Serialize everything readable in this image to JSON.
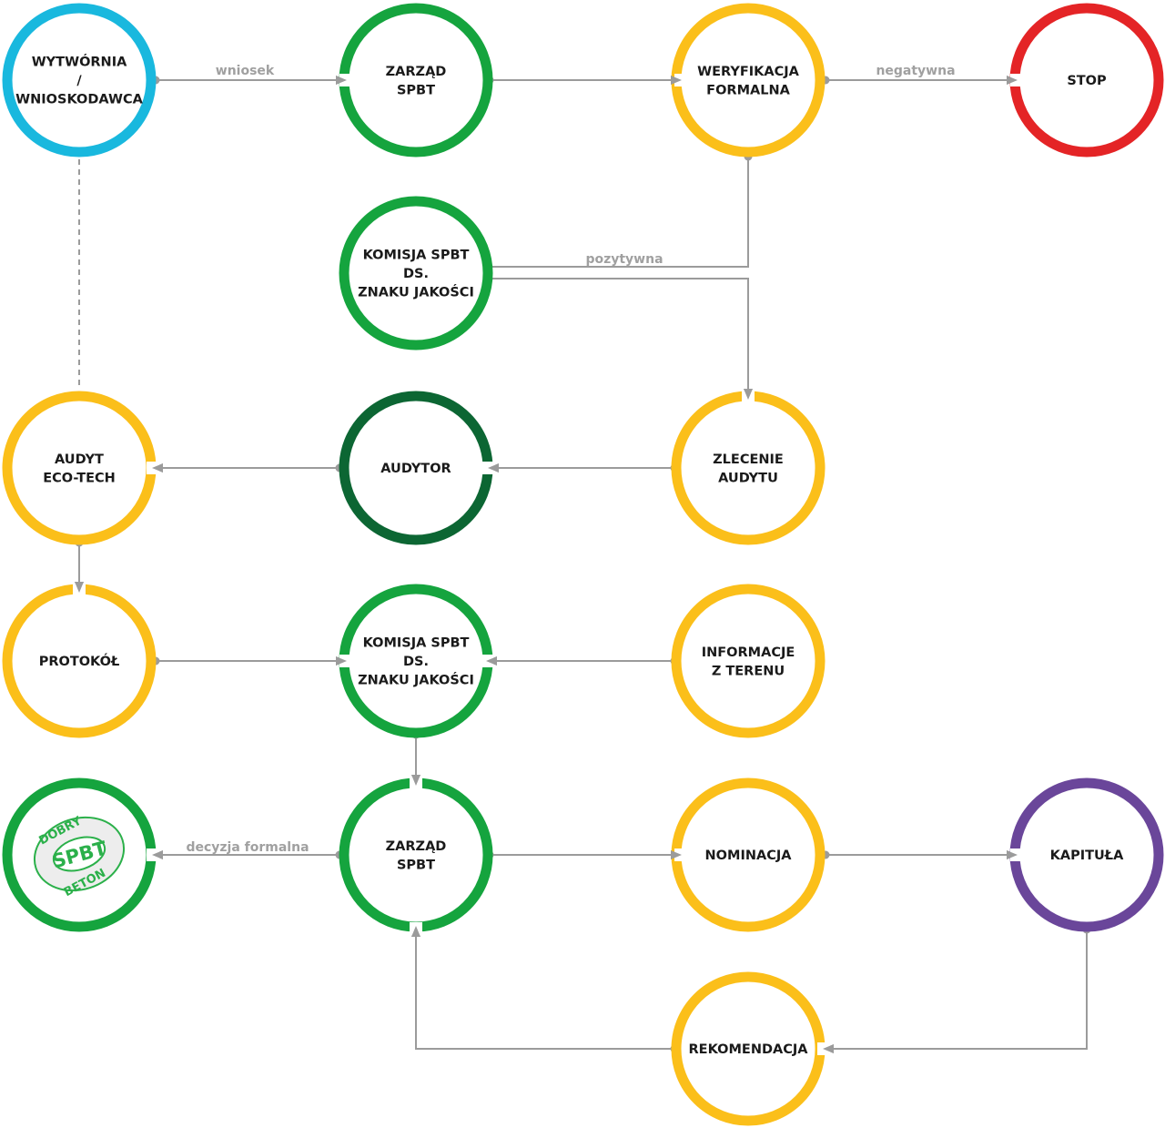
{
  "colors": {
    "blue": "#19b8de",
    "green": "#15a43e",
    "yellow": "#fbbf1a",
    "red": "#e42426",
    "dark_green": "#0c6633",
    "purple": "#6a469a",
    "connector": "#9b9b9b",
    "logo_green": "#2bb04a"
  },
  "nodes": [
    {
      "id": "wytwornia",
      "name": "node-wytwornia",
      "lines": [
        "WYTWÓRNIA",
        "/",
        "WNIOSKODAWCA"
      ],
      "color": "blue"
    },
    {
      "id": "zarzad1",
      "name": "node-zarzad-spbt-top",
      "lines": [
        "ZARZĄD",
        "SPBT"
      ],
      "color": "green"
    },
    {
      "id": "weryfikacja",
      "name": "node-weryfikacja-formalna",
      "lines": [
        "WERYFIKACJA",
        "FORMALNA"
      ],
      "color": "yellow"
    },
    {
      "id": "stop",
      "name": "node-stop",
      "lines": [
        "STOP"
      ],
      "color": "red"
    },
    {
      "id": "komisja1",
      "name": "node-komisja-top",
      "lines": [
        "KOMISJA SPBT",
        "DS.",
        "ZNAKU JAKOŚCI"
      ],
      "color": "green"
    },
    {
      "id": "audyt",
      "name": "node-audyt-eco-tech",
      "lines": [
        "AUDYT",
        "ECO-TECH"
      ],
      "color": "yellow"
    },
    {
      "id": "audytor",
      "name": "node-audytor",
      "lines": [
        "AUDYTOR"
      ],
      "color": "dark_green"
    },
    {
      "id": "zlecenie",
      "name": "node-zlecenie-audytu",
      "lines": [
        "ZLECENIE",
        "AUDYTU"
      ],
      "color": "yellow"
    },
    {
      "id": "protokol",
      "name": "node-protokol",
      "lines": [
        "PROTOKÓŁ"
      ],
      "color": "yellow"
    },
    {
      "id": "komisja2",
      "name": "node-komisja-middle",
      "lines": [
        "KOMISJA SPBT",
        "DS.",
        "ZNAKU JAKOŚCI"
      ],
      "color": "green"
    },
    {
      "id": "informacje",
      "name": "node-informacje-z-terenu",
      "lines": [
        "INFORMACJE",
        "Z TERENU"
      ],
      "color": "yellow"
    },
    {
      "id": "logo",
      "name": "node-dobry-beton-logo",
      "lines": [],
      "color": "green"
    },
    {
      "id": "zarzad2",
      "name": "node-zarzad-spbt-bottom",
      "lines": [
        "ZARZĄD",
        "SPBT"
      ],
      "color": "green"
    },
    {
      "id": "nominacja",
      "name": "node-nominacja",
      "lines": [
        "NOMINACJA"
      ],
      "color": "yellow"
    },
    {
      "id": "kapitula",
      "name": "node-kapitula",
      "lines": [
        "KAPITUŁA"
      ],
      "color": "purple"
    },
    {
      "id": "rekomendacja",
      "name": "node-rekomendacja",
      "lines": [
        "REKOMENDACJA"
      ],
      "color": "yellow"
    }
  ],
  "edge_labels": {
    "wniosek": "wniosek",
    "negatywna": "negatywna",
    "pozytywna": "pozytywna",
    "decyzja_formalna": "decyzja formalna"
  },
  "logo": {
    "top": "DOBRY",
    "middle": "SPBT",
    "bottom": "BETON"
  }
}
